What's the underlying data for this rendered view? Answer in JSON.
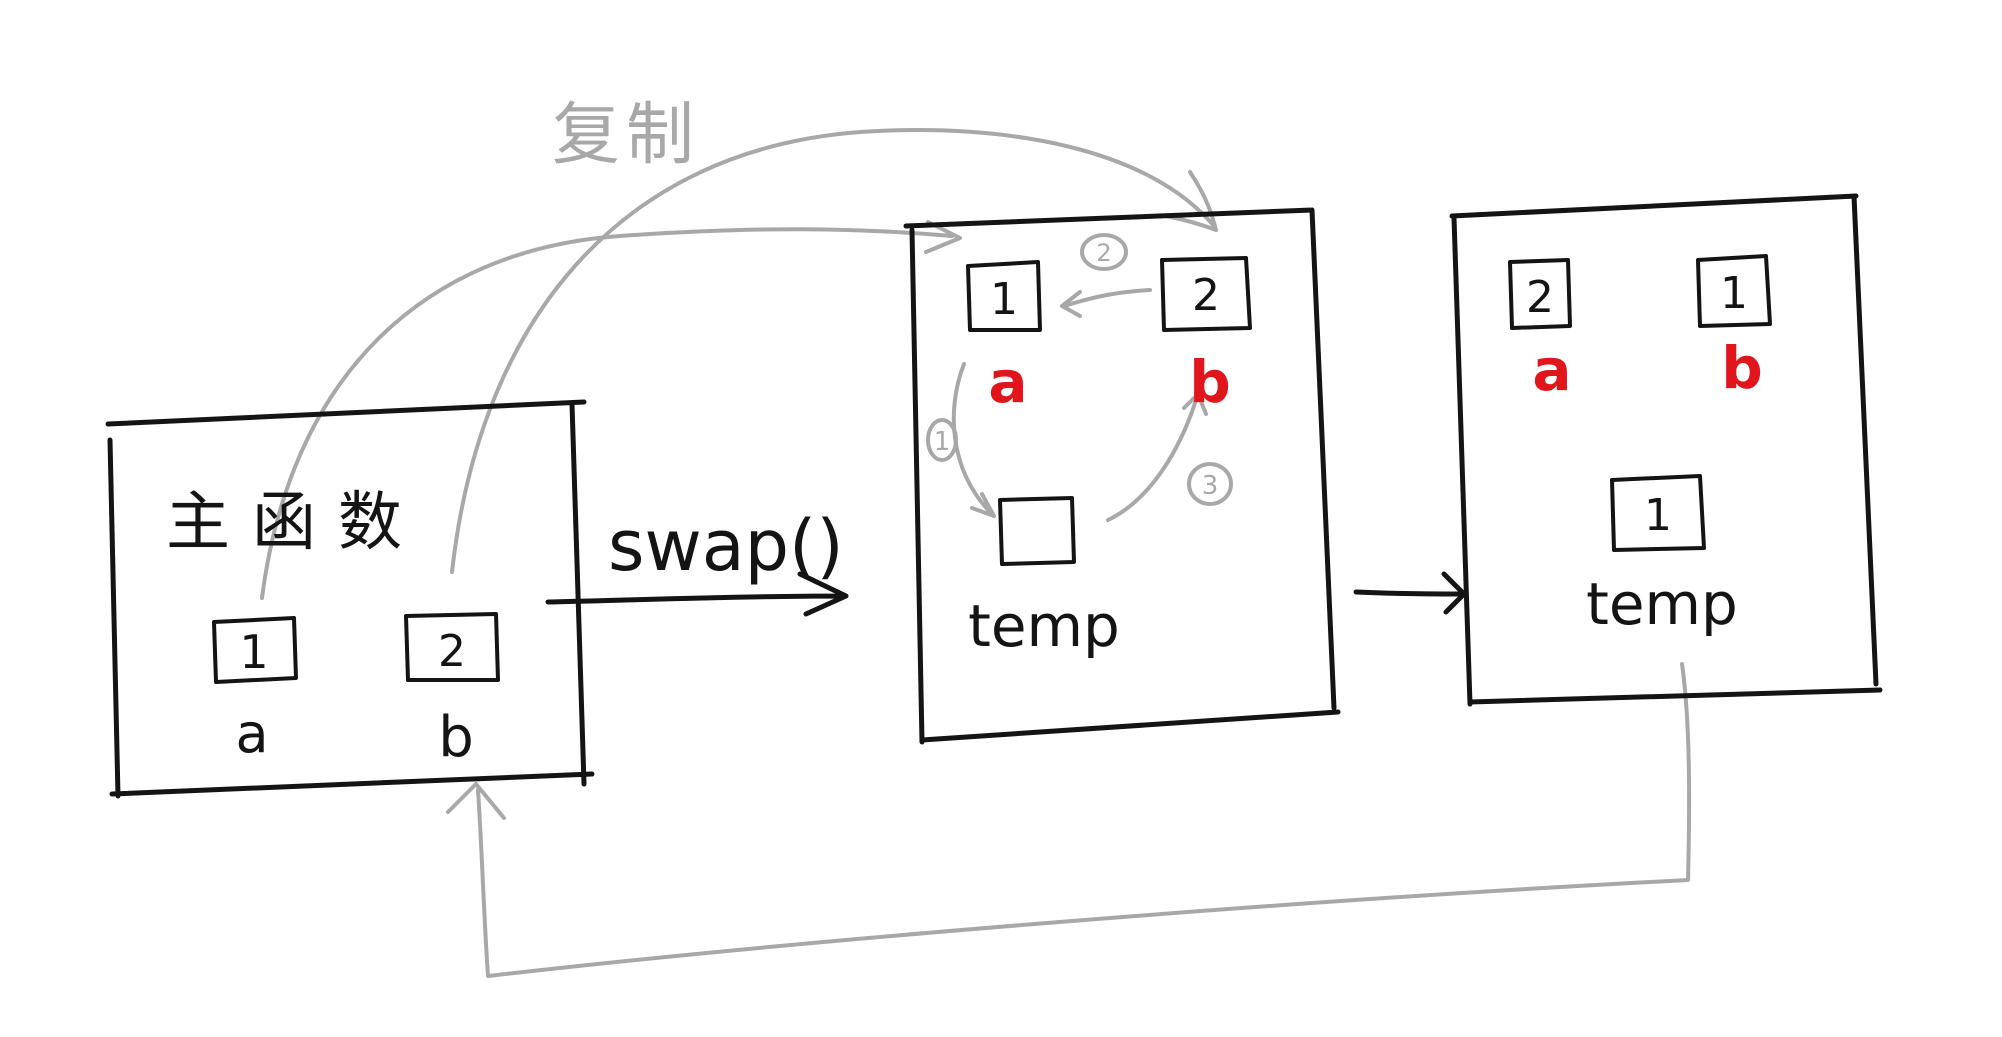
{
  "colors": {
    "ink": "#141414",
    "pencil": "#a8a8a8",
    "accent": "#e0161c"
  },
  "labels": {
    "copy": "复制",
    "main_function": "主函数",
    "swap_call": "swap()"
  },
  "main_frame": {
    "var_a": {
      "name": "a",
      "value": "1"
    },
    "var_b": {
      "name": "b",
      "value": "2"
    }
  },
  "swap_frame_before": {
    "var_a": {
      "name": "a",
      "value": "1"
    },
    "var_b": {
      "name": "b",
      "value": "2"
    },
    "var_temp": {
      "name": "temp",
      "value": ""
    },
    "steps": [
      "1",
      "2",
      "3"
    ]
  },
  "swap_frame_after": {
    "var_a": {
      "name": "a",
      "value": "2"
    },
    "var_b": {
      "name": "b",
      "value": "1"
    },
    "var_temp": {
      "name": "temp",
      "value": "1"
    }
  }
}
